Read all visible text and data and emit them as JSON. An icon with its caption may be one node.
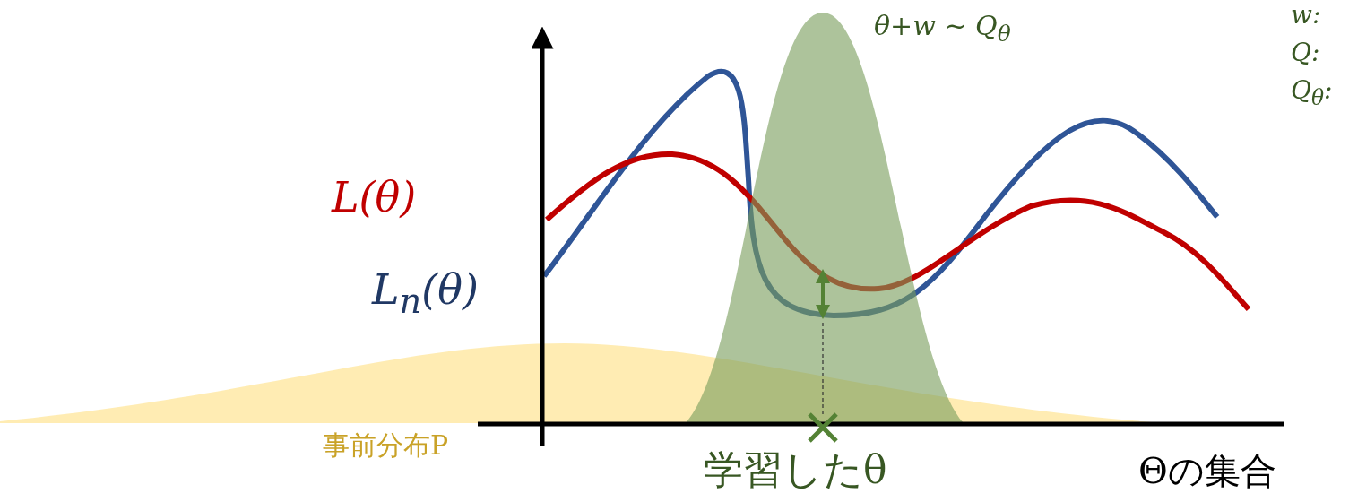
{
  "diagram": {
    "labels": [
      "w:",
      "Q:",
      "Q$_{θ}$:",
      "θ+w ~ Q$_{θ}$",
      "L(θ)",
      "L$_{n}$(θ)",
      "事前分布P",
      "学習したθ",
      "Θの集合"
    ]
  }
}
